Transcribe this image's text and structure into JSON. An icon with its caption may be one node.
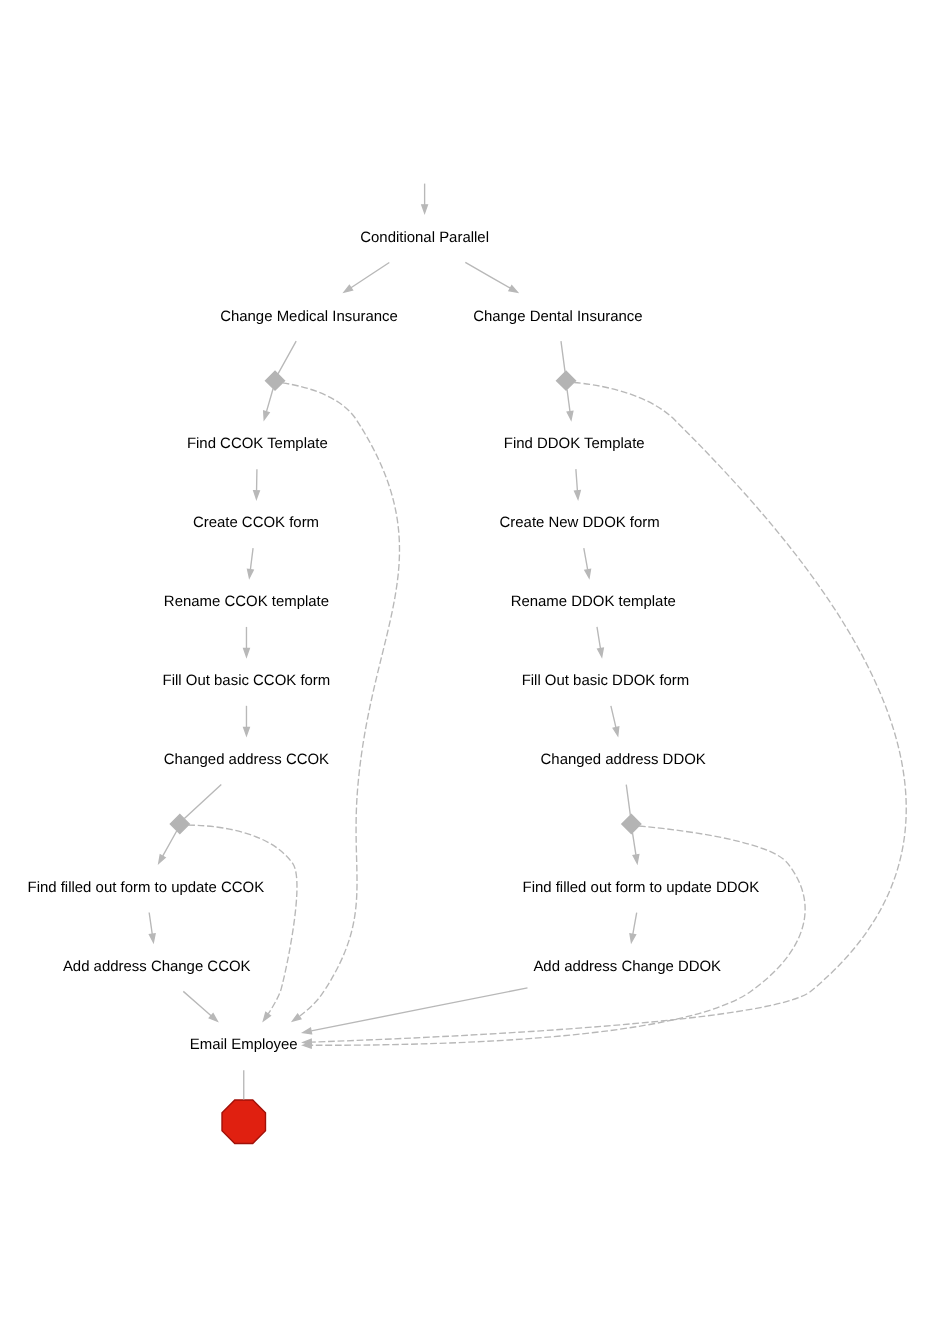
{
  "diagram": {
    "nodes": [
      {
        "text": [
          "Conditional Parallel"
        ]
      },
      {
        "text": [
          "Change Medical Insurance"
        ]
      },
      {
        "text": [],
        "shape": "diamond"
      },
      {
        "text": [
          "Find CCOK Template"
        ]
      },
      {
        "text": [
          "Create CCOK form"
        ]
      },
      {
        "text": [
          "Rename CCOK template"
        ]
      },
      {
        "text": [
          "Fill Out basic CCOK form"
        ]
      },
      {
        "text": [
          "Changed address CCOK"
        ]
      },
      {
        "text": [],
        "shape": "diamond"
      },
      {
        "text": [
          "Find filled out form to update CCOK"
        ]
      },
      {
        "text": [
          "Add address Change CCOK"
        ]
      },
      {
        "text": [
          "Change Dental Insurance"
        ]
      },
      {
        "text": [],
        "shape": "diamond"
      },
      {
        "text": [
          "Find DDOK Template"
        ]
      },
      {
        "text": [
          "Create New DDOK form"
        ]
      },
      {
        "text": [
          "Rename DDOK template"
        ]
      },
      {
        "text": [
          "Fill Out basic DDOK form"
        ]
      },
      {
        "text": [
          "Changed address DDOK"
        ]
      },
      {
        "text": [],
        "shape": "diamond"
      },
      {
        "text": [
          "Find filled out form to update DDOK"
        ]
      },
      {
        "text": [
          "Add address Change DDOK"
        ]
      },
      {
        "text": [
          "Email Employee"
        ]
      },
      {
        "text": [],
        "shape": "octagon"
      }
    ],
    "edges": [
      {
        "from": null,
        "to": 0,
        "arrow": "to"
      },
      {
        "from": 0,
        "to": 1,
        "arrow": "to"
      },
      {
        "from": 0,
        "to": 11,
        "arrow": "to"
      },
      {
        "from": 1,
        "to": 2,
        "arrow": "none"
      },
      {
        "from": 2,
        "to": 3,
        "arrow": "to"
      },
      {
        "from": 3,
        "to": 4,
        "arrow": "to"
      },
      {
        "from": 4,
        "to": 5,
        "arrow": "to"
      },
      {
        "from": 5,
        "to": 6,
        "arrow": "to"
      },
      {
        "from": 6,
        "to": 7,
        "arrow": "to"
      },
      {
        "from": 7,
        "to": 8,
        "arrow": "none"
      },
      {
        "from": 8,
        "to": 9,
        "arrow": "to"
      },
      {
        "from": 9,
        "to": 10,
        "arrow": "to"
      },
      {
        "from": 8,
        "to": 21,
        "arrow": "to",
        "style": "dashed"
      },
      {
        "from": 2,
        "to": 21,
        "arrow": "to",
        "style": "dashed"
      },
      {
        "from": 10,
        "to": 21,
        "arrow": "to"
      },
      {
        "from": 11,
        "to": 12,
        "arrow": "none"
      },
      {
        "from": 12,
        "to": 13,
        "arrow": "to"
      },
      {
        "from": 13,
        "to": 14,
        "arrow": "to"
      },
      {
        "from": 14,
        "to": 15,
        "arrow": "to"
      },
      {
        "from": 15,
        "to": 16,
        "arrow": "to"
      },
      {
        "from": 16,
        "to": 17,
        "arrow": "to"
      },
      {
        "from": 17,
        "to": 18,
        "arrow": "none"
      },
      {
        "from": 18,
        "to": 19,
        "arrow": "to"
      },
      {
        "from": 19,
        "to": 20,
        "arrow": "to"
      },
      {
        "from": 18,
        "to": 21,
        "arrow": "to",
        "style": "dashed"
      },
      {
        "from": 12,
        "to": 21,
        "arrow": "to",
        "style": "dashed"
      },
      {
        "from": 20,
        "to": 21,
        "arrow": "to"
      },
      {
        "from": 21,
        "to": 22,
        "arrow": "none"
      }
    ]
  }
}
